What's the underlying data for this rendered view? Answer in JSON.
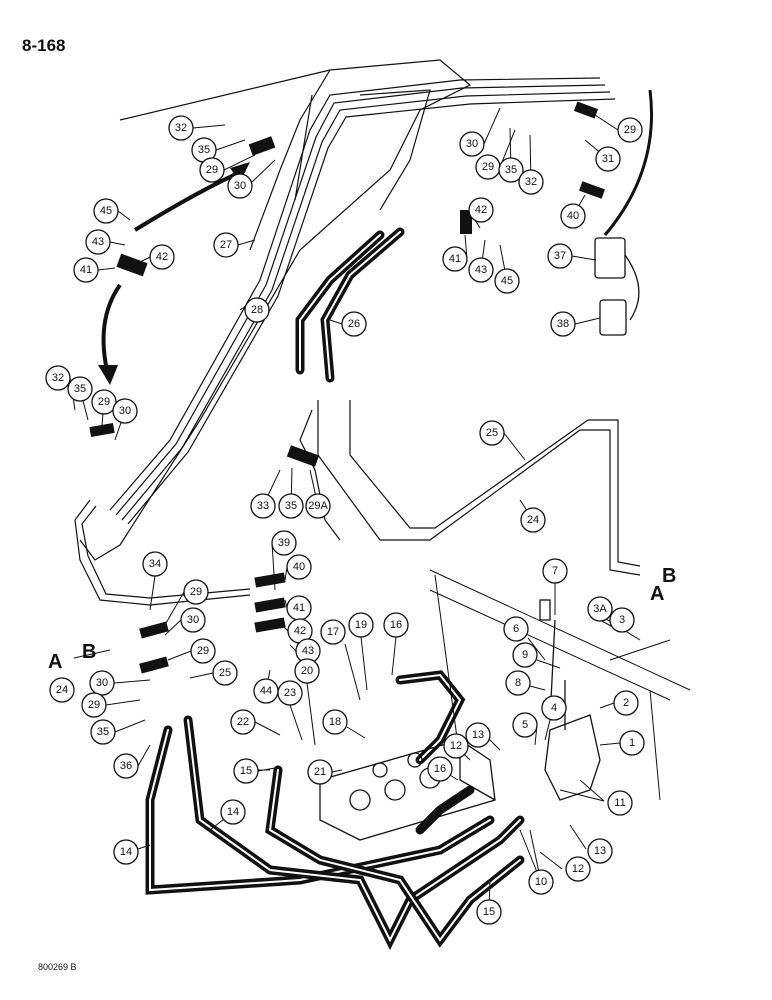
{
  "page_number": "8-168",
  "figure_code": "800269 B",
  "connection_letters": {
    "a_left": "A",
    "b_left": "B",
    "a_right": "A",
    "b_right": "B"
  },
  "callouts": {
    "c32a": "32",
    "c35a": "35",
    "c29a": "29",
    "c30a": "30",
    "c45a": "45",
    "c43a": "43",
    "c42a": "42",
    "c41a": "41",
    "c27": "27",
    "c28": "28",
    "c32b": "32",
    "c35b": "35",
    "c29b": "29",
    "c30b": "30",
    "c30c": "30",
    "c29c": "29",
    "c35c": "35",
    "c32c": "32",
    "c29d": "29",
    "c31": "31",
    "c40a": "40",
    "c37": "37",
    "c38": "38",
    "c42b": "42",
    "c41b": "41",
    "c43b": "43",
    "c45b": "45",
    "c26": "26",
    "c25a": "25",
    "c24a": "24",
    "c33": "33",
    "c35d": "35",
    "c29A": "29A",
    "c39": "39",
    "c40b": "40",
    "c41c": "41",
    "c42c": "42",
    "c43c": "43",
    "c44": "44",
    "c34": "34",
    "c29e": "29",
    "c30d": "30",
    "c29f": "29",
    "c25b": "25",
    "c24b": "24",
    "c30e": "30",
    "c29g": "29",
    "c35e": "35",
    "c36": "36",
    "c19": "19",
    "c16a": "16",
    "c17": "17",
    "c20": "20",
    "c23": "23",
    "c22": "22",
    "c18": "18",
    "c15a": "15",
    "c21": "21",
    "c7": "7",
    "c3A": "3A",
    "c3": "3",
    "c6": "6",
    "c9": "9",
    "c8": "8",
    "c2": "2",
    "c4": "4",
    "c5": "5",
    "c1": "1",
    "c13a": "13",
    "c12a": "12",
    "c16b": "16",
    "c11": "11",
    "c13b": "13",
    "c12b": "12",
    "c10": "10",
    "c14a": "14",
    "c14b": "14",
    "c15b": "15"
  }
}
